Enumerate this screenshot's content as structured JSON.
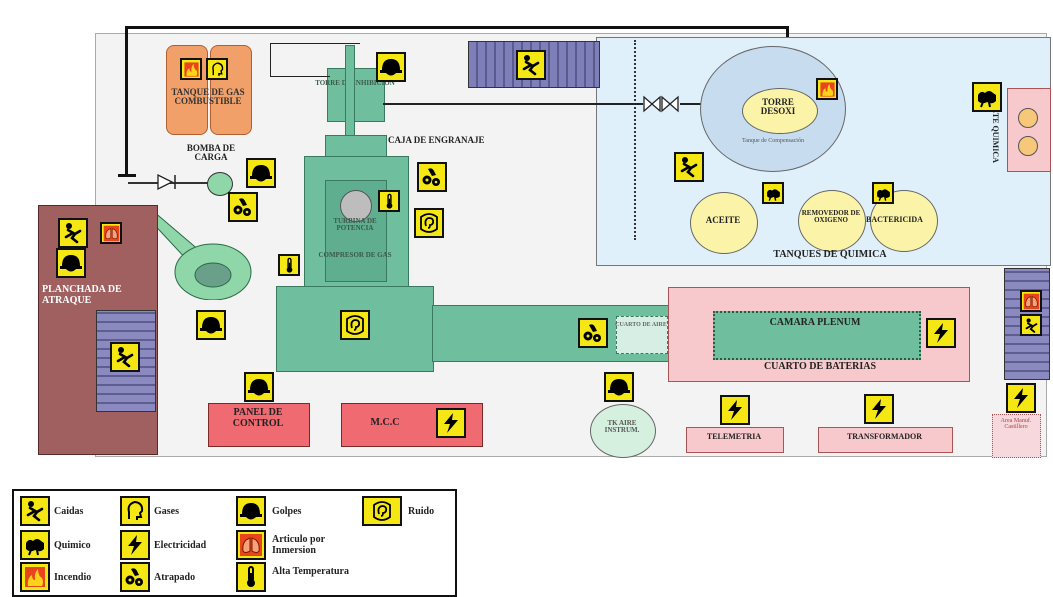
{
  "labels": {
    "tanque_gas": "TANQUE DE GAS COMBUSTIBLE",
    "torre_de_inhibicion": "TORRE DE INHIBICION",
    "caja_engranaje": "CAJA DE ENGRANAJE",
    "bomba_carga": "BOMBA DE CARGA",
    "torre_desoxi": "TORRE DESOXI",
    "tanque_compensacion": "Tanque de Compensación",
    "paquete_quimica": "PAQUETE QUIMICA",
    "aceite": "ACEITE",
    "removedor_oxigeno": "REMOVEDOR DE OXIGENO",
    "bactericida": "BACTERICIDA",
    "tanques_quimica": "TANQUES DE QUIMICA",
    "turbina": "TURBINA DE POTENCIA",
    "compresor_gas": "COMPRESOR DE GAS",
    "planchada": "PLANCHADA DE ATRAQUE",
    "camara_plenum": "CAMARA PLENUM",
    "cuarto_baterias": "CUARTO DE BATERIAS",
    "cuarto_aire": "CUARTO DE AIRE",
    "panel_control": "PANEL DE CONTROL",
    "mcc": "M.C.C",
    "tk_aire": "TK AIRE INSTRUM.",
    "telemetria": "TELEMETRIA",
    "transformador": "TRANSFORMADOR",
    "area_manuf": "Area Manuf. Castillero"
  },
  "legend": {
    "items": [
      {
        "label": "Caidas",
        "icon": "fall-icon"
      },
      {
        "label": "Quimico",
        "icon": "chemical-icon"
      },
      {
        "label": "Incendio",
        "icon": "fire-icon"
      },
      {
        "label": "Gases",
        "icon": "gas-head-icon"
      },
      {
        "label": "Electricidad",
        "icon": "electricity-icon"
      },
      {
        "label": "Atrapado",
        "icon": "trapped-icon"
      },
      {
        "label": "Golpes",
        "icon": "helmet-icon"
      },
      {
        "label": "Articulo por Inmersion",
        "icon": "lungs-icon"
      },
      {
        "label": "Alta Temperatura",
        "icon": "thermometer-icon"
      },
      {
        "label": "Ruido",
        "icon": "ear-icon"
      }
    ]
  },
  "colors": {
    "site": "#f2f2f2",
    "chemical_area": "#dff0fa",
    "equipment_green": "#6fbf9f",
    "battery_room": "#f7c8cc",
    "panel_red": "#f06a72",
    "dock_brown": "#a06060",
    "tank_orange": "#f2a06a",
    "hazard_yellow": "#f4e714"
  }
}
